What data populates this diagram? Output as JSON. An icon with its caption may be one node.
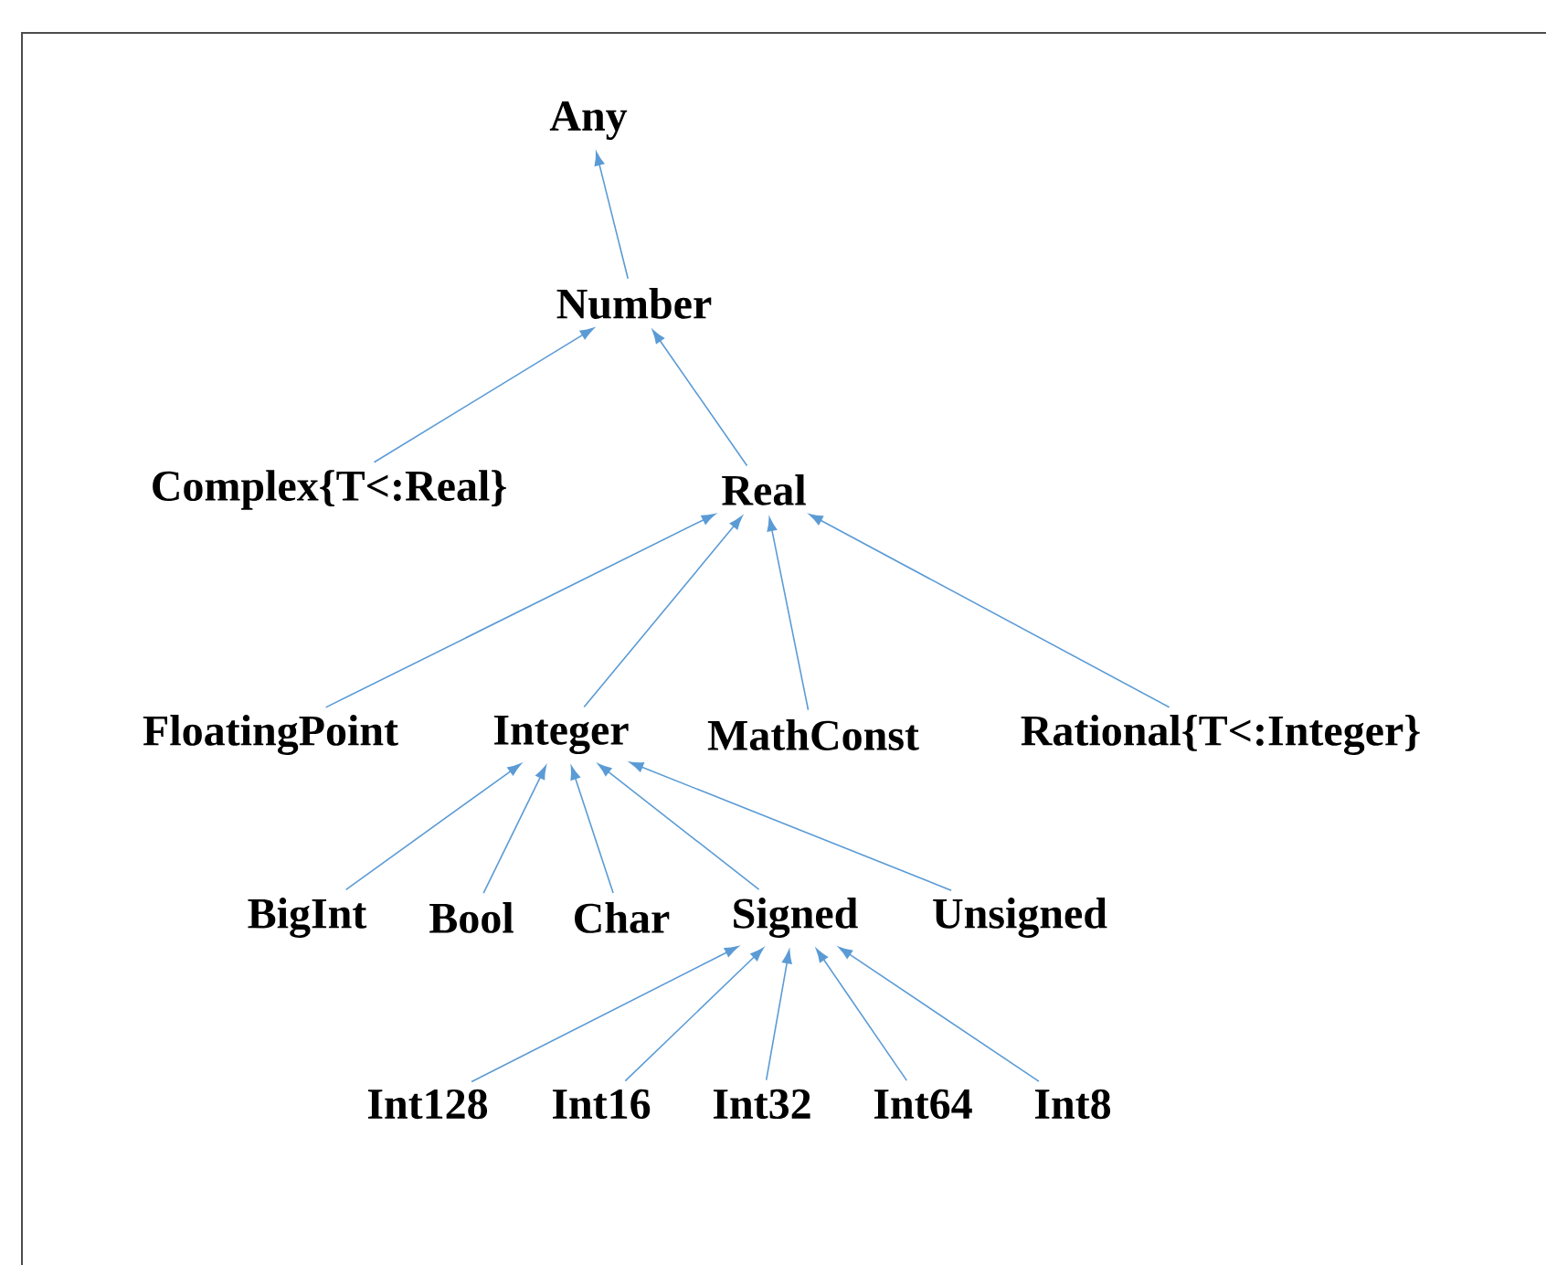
{
  "diagram": {
    "nodes": [
      {
        "text": [
          "Any"
        ]
      },
      {
        "text": [
          "Number"
        ]
      },
      {
        "text": [
          "Complex{T<:Real}"
        ]
      },
      {
        "text": [
          "Real"
        ]
      },
      {
        "text": [
          "FloatingPoint"
        ]
      },
      {
        "text": [
          "Integer"
        ]
      },
      {
        "text": [
          "MathConst"
        ]
      },
      {
        "text": [
          "Rational{T<:Integer}"
        ]
      },
      {
        "text": [
          "BigInt"
        ]
      },
      {
        "text": [
          "Bool"
        ]
      },
      {
        "text": [
          "Char"
        ]
      },
      {
        "text": [
          "Signed"
        ]
      },
      {
        "text": [
          "Unsigned"
        ]
      },
      {
        "text": [
          "Int128"
        ]
      },
      {
        "text": [
          "Int16"
        ]
      },
      {
        "text": [
          "Int32"
        ]
      },
      {
        "text": [
          "Int64"
        ]
      },
      {
        "text": [
          "Int8"
        ]
      }
    ],
    "edges": [
      {
        "from": 1,
        "to": 0,
        "arrow": "to"
      },
      {
        "from": 2,
        "to": 1,
        "arrow": "to"
      },
      {
        "from": 3,
        "to": 1,
        "arrow": "to"
      },
      {
        "from": 4,
        "to": 3,
        "arrow": "to"
      },
      {
        "from": 5,
        "to": 3,
        "arrow": "to"
      },
      {
        "from": 6,
        "to": 3,
        "arrow": "to"
      },
      {
        "from": 7,
        "to": 3,
        "arrow": "to"
      },
      {
        "from": 8,
        "to": 5,
        "arrow": "to"
      },
      {
        "from": 9,
        "to": 5,
        "arrow": "to"
      },
      {
        "from": 10,
        "to": 5,
        "arrow": "to"
      },
      {
        "from": 11,
        "to": 5,
        "arrow": "to"
      },
      {
        "from": 12,
        "to": 5,
        "arrow": "to"
      },
      {
        "from": 13,
        "to": 11,
        "arrow": "to"
      },
      {
        "from": 14,
        "to": 11,
        "arrow": "to"
      },
      {
        "from": 15,
        "to": 11,
        "arrow": "to"
      },
      {
        "from": 16,
        "to": 11,
        "arrow": "to"
      },
      {
        "from": 17,
        "to": 11,
        "arrow": "to"
      }
    ]
  }
}
